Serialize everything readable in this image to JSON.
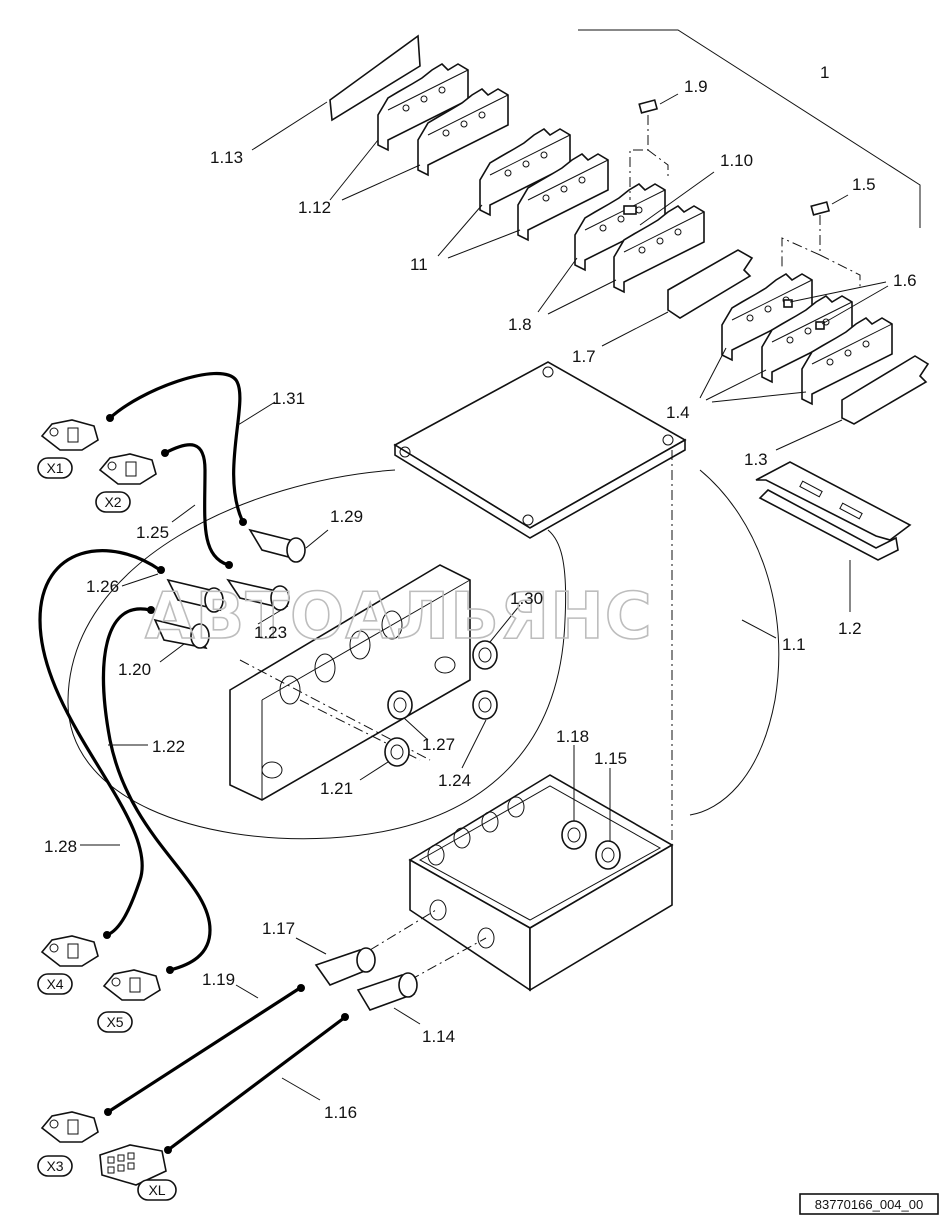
{
  "labels": {
    "l1": "1",
    "l1_1": "1.1",
    "l1_2": "1.2",
    "l1_3": "1.3",
    "l1_4": "1.4",
    "l1_5": "1.5",
    "l1_6": "1.6",
    "l1_7": "1.7",
    "l1_8": "1.8",
    "l1_9": "1.9",
    "l1_10": "1.10",
    "l11": "11",
    "l1_12": "1.12",
    "l1_13": "1.13",
    "l1_14": "1.14",
    "l1_15": "1.15",
    "l1_16": "1.16",
    "l1_17": "1.17",
    "l1_18": "1.18",
    "l1_19": "1.19",
    "l1_20": "1.20",
    "l1_21": "1.21",
    "l1_22": "1.22",
    "l1_23": "1.23",
    "l1_24": "1.24",
    "l1_25": "1.25",
    "l1_26": "1.26",
    "l1_27": "1.27",
    "l1_28": "1.28",
    "l1_29": "1.29",
    "l1_30": "1.30",
    "l1_31": "1.31"
  },
  "connectors": {
    "x1": "X1",
    "x2": "X2",
    "x3": "X3",
    "x4": "X4",
    "x5": "X5",
    "xl": "XL"
  },
  "watermark": "АВТОАЛЬЯНС",
  "drawing_ref": "83770166_004_00"
}
